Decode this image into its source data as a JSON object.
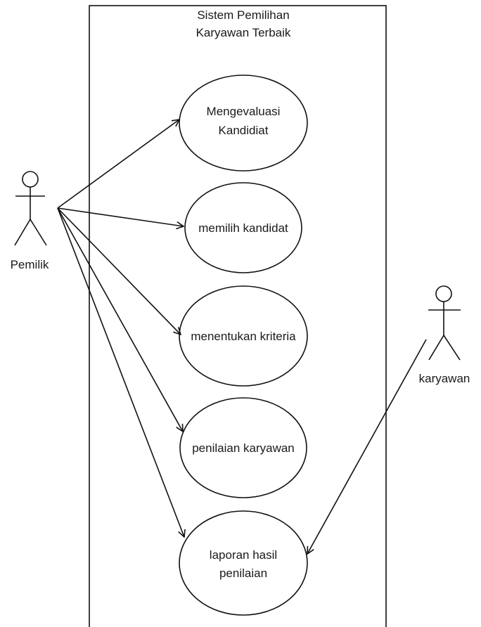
{
  "system": {
    "title_line1": "Sistem Pemilihan",
    "title_line2": "Karyawan Terbaik"
  },
  "actors": {
    "pemilik": "Pemilik",
    "karyawan": "karyawan"
  },
  "use_cases": [
    {
      "line1": "Mengevaluasi",
      "line2": "Kandidiat"
    },
    {
      "line1": "memilih kandidat",
      "line2": ""
    },
    {
      "line1": "menentukan kriteria",
      "line2": ""
    },
    {
      "line1": "penilaian karyawan",
      "line2": ""
    },
    {
      "line1": "laporan hasil",
      "line2": "penilaian"
    }
  ]
}
